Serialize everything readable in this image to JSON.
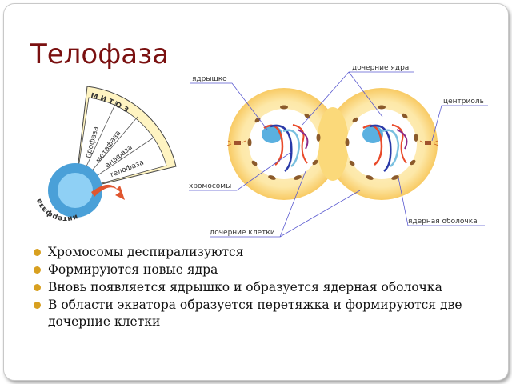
{
  "slide": {
    "title": "Телофаза",
    "bullets": [
      "Хромосомы деспирализуются",
      "Формируются новые ядра",
      "Вновь  появляется ядрышко и образуется ядерная оболочка",
      "В области экватора образуется перетяжка и формируются две дочерние клетки"
    ]
  },
  "wheel": {
    "header": "М И Т О З",
    "phases": [
      "профаза",
      "метафаза",
      "анафаза",
      "телофаза"
    ],
    "interphase": "интерфаза"
  },
  "labels": {
    "nucleolus": "ядрышко",
    "daughter_nuclei": "дочерние ядра",
    "centriole": "центриоль",
    "chromosomes": "хромосомы",
    "daughter_cells": "дочерние клетки",
    "nuclear_envelope": "ядерная оболочка"
  },
  "colors": {
    "title": "#7a1010",
    "bullet": "#d8a020",
    "wheel_fill": "#ffe79a",
    "wheel_highlight": "#d9341f",
    "interphase": "#4aa0d8",
    "cell_outer": "#f9c24c",
    "cell_inner": "#fff3cf",
    "nucleus": "#ffffff",
    "envelope_marks": "#8b5a2b"
  }
}
